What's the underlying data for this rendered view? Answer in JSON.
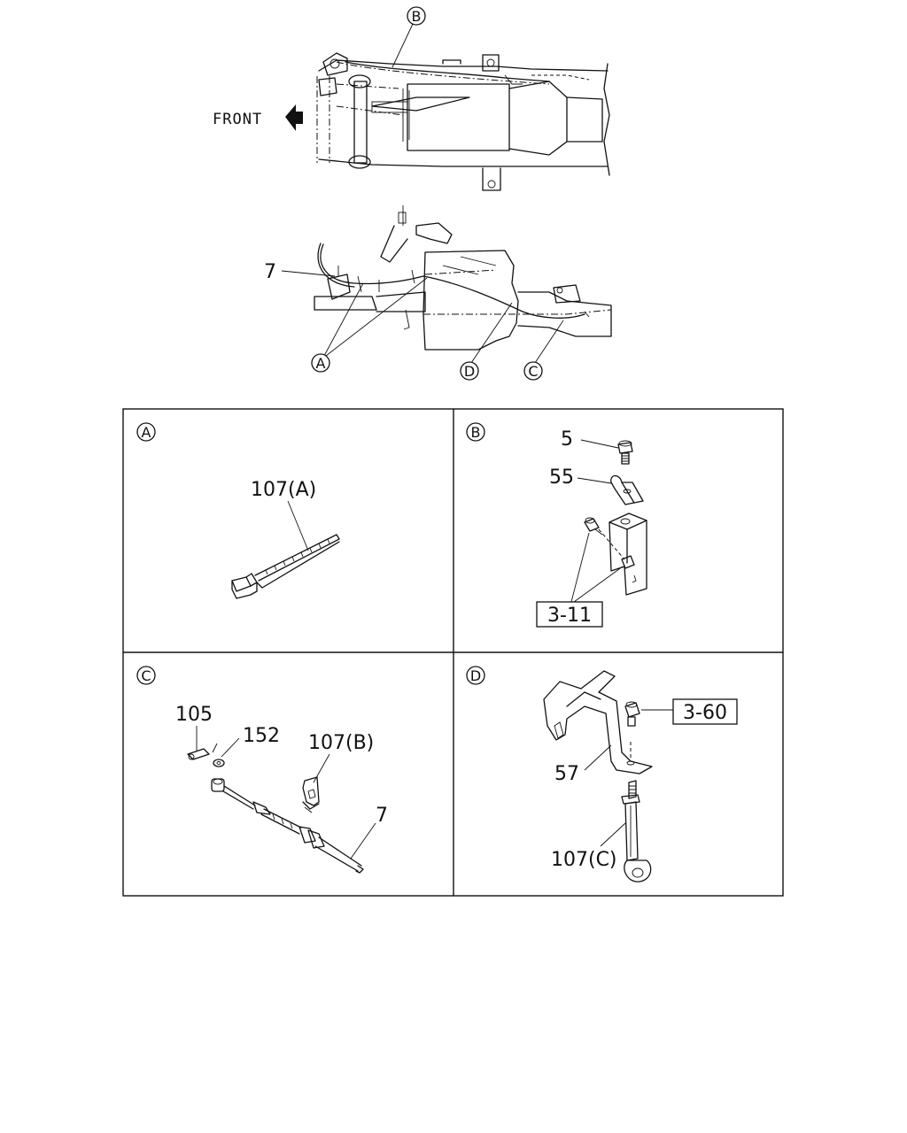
{
  "overview": {
    "front_label": "FRONT",
    "callouts": {
      "a": "A",
      "b": "B",
      "c": "C",
      "d": "D"
    },
    "cable_part": "7"
  },
  "panels": {
    "a": {
      "letter": "A",
      "parts": {
        "tie": "107(A)"
      }
    },
    "b": {
      "letter": "B",
      "parts": {
        "bolt": "5",
        "clip": "55",
        "ref": "3-11"
      }
    },
    "c": {
      "letter": "C",
      "parts": {
        "pin": "105",
        "washer": "152",
        "tie": "107(B)",
        "cable": "7"
      }
    },
    "d": {
      "letter": "D",
      "parts": {
        "ref": "3-60",
        "bracket": "57",
        "tie": "107(C)"
      }
    }
  }
}
